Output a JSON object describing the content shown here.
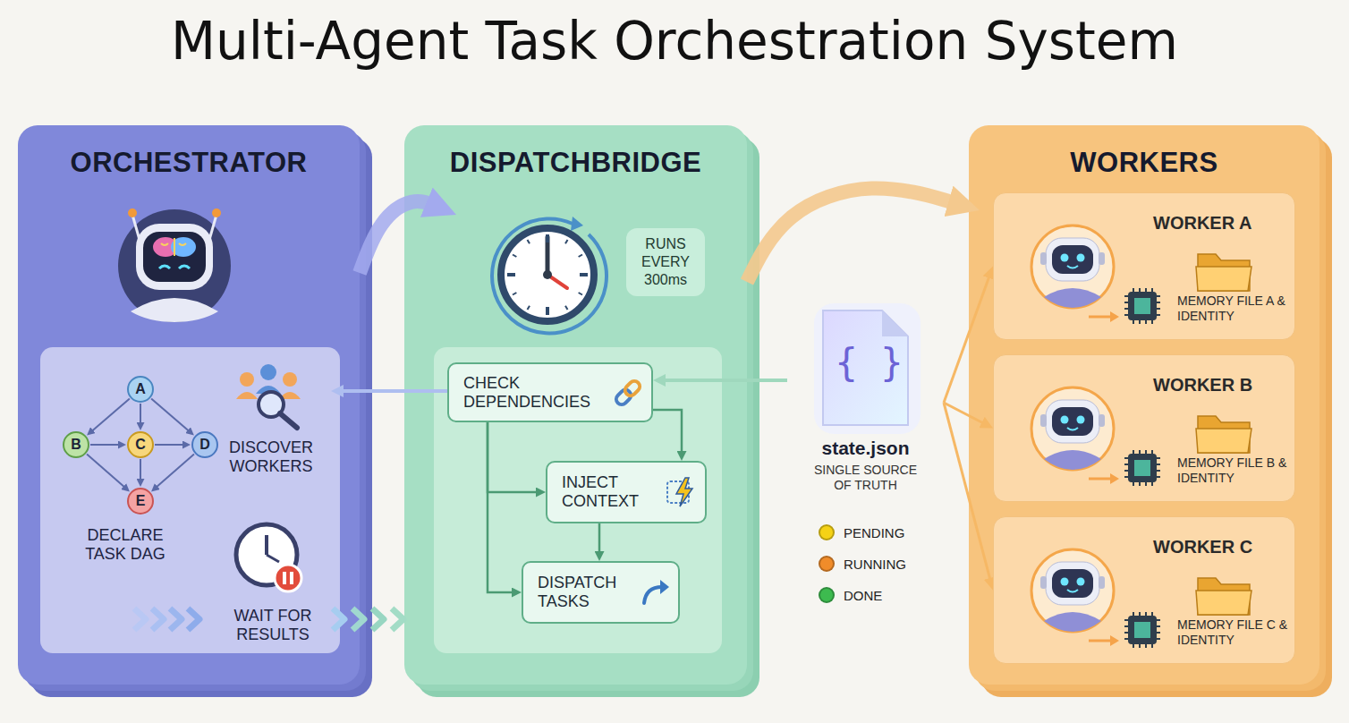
{
  "diagram": {
    "title": "Multi-Agent Task Orchestration System",
    "nodes": [
      {
        "text": [
          "ORCHESTRATOR"
        ]
      },
      {
        "text": [
          "A"
        ],
        "in": 0
      },
      {
        "text": [
          "B"
        ],
        "in": 0
      },
      {
        "text": [
          "C"
        ],
        "in": 0
      },
      {
        "text": [
          "D"
        ],
        "in": 0
      },
      {
        "text": [
          "E"
        ],
        "in": 0
      },
      {
        "text": [
          "DISPATCHBRIDGE"
        ]
      },
      {
        "text": [
          "RUNS EVERY 300ms"
        ],
        "in": 6
      },
      {
        "text": [
          "CHECK DEPENDENCIES"
        ],
        "in": 6
      },
      {
        "text": [
          "INJECT CONTEXT"
        ],
        "in": 6
      },
      {
        "text": [
          "DISPATCH TASKS"
        ],
        "in": 6
      },
      {
        "text": [
          "{ }",
          "state.json",
          "SINGLE SOURCE OF TRUTH"
        ]
      },
      {
        "text": [
          "WORKERS"
        ]
      },
      {
        "text": [
          "WORKER A",
          "MEMORY FILE A & IDENTITY"
        ],
        "in": 12
      },
      {
        "text": [
          "WORKER B",
          "MEMORY FILE B & IDENTITY"
        ],
        "in": 12
      },
      {
        "text": [
          "WORKER C",
          "MEMORY FILE C & IDENTITY"
        ],
        "in": 12
      }
    ],
    "edges": [
      {
        "from": 1,
        "to": 2,
        "arrow": "to"
      },
      {
        "from": 1,
        "to": 3,
        "arrow": "to"
      },
      {
        "from": 1,
        "to": 4,
        "arrow": "to"
      },
      {
        "from": 2,
        "to": 3,
        "arrow": "to"
      },
      {
        "from": 3,
        "to": 4,
        "arrow": "to"
      },
      {
        "from": 2,
        "to": 5,
        "arrow": "to"
      },
      {
        "from": 3,
        "to": 5,
        "arrow": "to"
      },
      {
        "from": 4,
        "to": 5,
        "arrow": "to"
      },
      {
        "from": 0,
        "to": 6,
        "arrow": "to"
      },
      {
        "from": 6,
        "to": 12,
        "arrow": "to"
      },
      {
        "from": 8,
        "to": 0,
        "arrow": "to"
      },
      {
        "from": 11,
        "to": 8,
        "arrow": "to"
      },
      {
        "from": 8,
        "to": 9,
        "arrow": "to"
      },
      {
        "from": 8,
        "to": 9,
        "arrow": "to"
      },
      {
        "from": 8,
        "to": 10,
        "arrow": "to"
      },
      {
        "from": 9,
        "to": 10,
        "arrow": "to"
      },
      {
        "from": 11,
        "to": 13,
        "arrow": "to"
      },
      {
        "from": 11,
        "to": 14,
        "arrow": "to"
      },
      {
        "from": 11,
        "to": 15,
        "arrow": "to"
      }
    ],
    "labels": [
      "DECLARE TASK DAG",
      "DISCOVER WORKERS",
      "WAIT FOR RESULTS"
    ],
    "legend": [
      {
        "text": "PENDING",
        "color": "#f5d215"
      },
      {
        "text": "RUNNING",
        "color": "#f08c2a"
      },
      {
        "text": "DONE",
        "color": "#3dbb4f"
      }
    ]
  }
}
